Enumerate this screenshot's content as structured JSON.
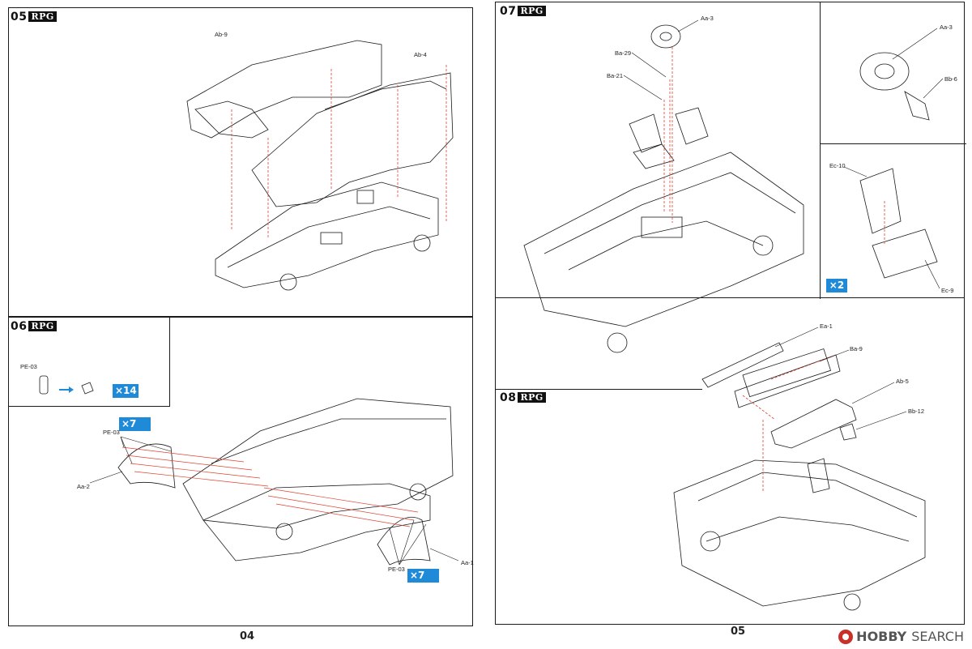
{
  "left_page": {
    "page_number": "04",
    "step05": {
      "number": "05",
      "brand": "RPG",
      "parts": [
        "Ab-9",
        "Ab-4"
      ]
    },
    "step06": {
      "number": "06",
      "brand": "RPG",
      "inset": {
        "part": "PE-03",
        "qty": "×14"
      },
      "parts": {
        "pe_top": "PE-03",
        "aa2": "Aa-2",
        "pe_bottom": "PE-03",
        "aa1": "Aa-1"
      },
      "qty_top": "×7",
      "qty_bottom": "×7"
    }
  },
  "right_page": {
    "page_number": "05",
    "step07": {
      "number": "07",
      "brand": "RPG",
      "parts": {
        "aa3": "Aa-3",
        "ba29": "Ba-29",
        "ba21": "Ba-21"
      },
      "inset_wheel": {
        "aa3": "Aa-3",
        "bb6": "Bb-6"
      },
      "inset_seat": {
        "ec10": "Ec-10",
        "ec9": "Ec-9",
        "qty": "×2"
      }
    },
    "step08": {
      "number": "08",
      "brand": "RPG",
      "parts": {
        "ea1": "Ea-1",
        "ba9": "Ba-9",
        "ab5": "Ab-5",
        "bb12": "Bb-12"
      }
    }
  },
  "watermark": {
    "brand": "HOBBY",
    "suffix": "SEARCH"
  },
  "colors": {
    "accent_blue": "#1f8ad8",
    "arrow_red": "#e0422f",
    "line": "#1a1a1a"
  }
}
